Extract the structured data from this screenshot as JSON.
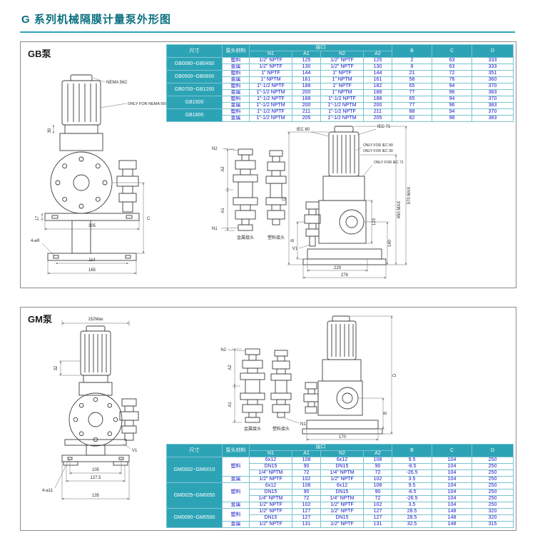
{
  "page": {
    "title": "G 系列机械隔膜计量泵外形图"
  },
  "table_headers": {
    "col_size": "尺寸",
    "col_material": "泵头材料",
    "col_port": "接口",
    "col_n1": "N1",
    "col_a1": "A1",
    "col_n2": "N2",
    "col_a2": "A2",
    "col_b": "B",
    "col_c": "C",
    "col_d": "D"
  },
  "colors": {
    "accent_teal": "#2da4b6",
    "value_blue": "#1414c8",
    "title_teal": "#0a7080"
  },
  "gb": {
    "label": "GB泵",
    "front": {
      "nema": "NEMA 56C",
      "only_nema": "ONLY FOR NEMA 56C",
      "dim_motor": "30",
      "dim_flange": "17",
      "dim_width": "305",
      "dim_holes": "114",
      "dim_base": "165",
      "hole_note": "4-⌀9",
      "dim_c": "C"
    },
    "valves": {
      "n2": "N2",
      "n1": "N1",
      "a2": "A2",
      "a1": "A1",
      "metal": "金属接头",
      "plastic": "塑料接头"
    },
    "side": {
      "iec80": "IEC 80",
      "iec71": "IEC 71",
      "only_iec80": "ONLY FOR IEC 80",
      "only_iec90": "ONLY FOR IEC 90",
      "only_iec71": "ONLY FOR IEC 71",
      "dim_570": "570 MAX",
      "dim_490": "490 MAX",
      "dim_140": "140",
      "dim_123": "123",
      "dim_229": "229",
      "dim_276": "276",
      "v1": "V1",
      "dim_b": "B",
      "dim_d": "D"
    },
    "table": {
      "rows": [
        {
          "model": "GB0080~GB0450",
          "model_rowspan": 2,
          "material": "塑料",
          "n1": "1/2\" NPTF",
          "a1": "125",
          "n2": "1/2\" NPTF",
          "a2": "125",
          "b": "2",
          "c": "63",
          "d": "333"
        },
        {
          "material": "金属",
          "n1": "1/2\" NPTF",
          "a1": "130",
          "n2": "1/2\" NPTF",
          "a2": "130",
          "b": "8",
          "c": "63",
          "d": "333"
        },
        {
          "model": "GB0500~GB0600",
          "model_rowspan": 2,
          "material": "塑料",
          "n1": "1\" NPTF",
          "a1": "144",
          "n2": "1\" NPTF",
          "a2": "144",
          "b": "21",
          "c": "72",
          "d": "351"
        },
        {
          "material": "金属",
          "n1": "1\" NPTM",
          "a1": "161",
          "n2": "1\" NPTM",
          "a2": "161",
          "b": "58",
          "c": "76",
          "d": "360"
        },
        {
          "model": "GB0700~GB1200",
          "model_rowspan": 2,
          "material": "塑料",
          "n1": "1\"-1/2 NPTF",
          "a1": "188",
          "n2": "1\" NPTF",
          "a2": "182",
          "b": "65",
          "c": "94",
          "d": "370"
        },
        {
          "material": "金属",
          "n1": "1\"-1/2 NPTM",
          "a1": "200",
          "n2": "1\" NPTM",
          "a2": "188",
          "b": "77",
          "c": "96",
          "d": "383"
        },
        {
          "model": "GB1500",
          "model_rowspan": 2,
          "material": "塑料",
          "n1": "1\"-1/2 NPTF",
          "a1": "188",
          "n2": "1\"-1/2 NPTF",
          "a2": "188",
          "b": "65",
          "c": "94",
          "d": "370"
        },
        {
          "material": "金属",
          "n1": "1\"-1/2 NPTM",
          "a1": "200",
          "n2": "1\"-1/2 NPTM",
          "a2": "200",
          "b": "77",
          "c": "96",
          "d": "383"
        },
        {
          "model": "GB1800",
          "model_rowspan": 2,
          "material": "塑料",
          "n1": "1\"-1/2 NPTF",
          "a1": "211",
          "n2": "1\"-1/2 NPTF",
          "a2": "211",
          "b": "88",
          "c": "94",
          "d": "370"
        },
        {
          "material": "金属",
          "n1": "1\"-1/2 NPTM",
          "a1": "205",
          "n2": "1\"-1/2 NPTM",
          "a2": "205",
          "b": "82",
          "c": "98",
          "d": "383"
        }
      ]
    }
  },
  "gm": {
    "label": "GM泵",
    "front": {
      "dim_152": "152Max",
      "dim_32": "32",
      "dim_105": "105",
      "dim_1275": "127.5",
      "hole_note": "4-⌀11",
      "dim_135": "135",
      "v1": "V1"
    },
    "valves": {
      "n2": "N2",
      "n1": "N1",
      "a2": "A2",
      "a1": "A1",
      "metal": "金属接头",
      "plastic": "塑料接头"
    },
    "side": {
      "dim_b": "B",
      "dim_d": "D",
      "dim_170": "170"
    },
    "table": {
      "rows": [
        {
          "model": "GM0002~GM0010",
          "model_rowspan": 4,
          "material": "塑料",
          "material_rowspan": 3,
          "n1": "6x12",
          "a1": "108",
          "n2": "6x12",
          "a2": "108",
          "b": "9.5",
          "c": "104",
          "d": "250"
        },
        {
          "n1": "DN15",
          "a1": "90",
          "n2": "DN15",
          "a2": "90",
          "b": "-8.5",
          "c": "104",
          "d": "250"
        },
        {
          "n1": "1/4\" NPTM",
          "a1": "72",
          "n2": "1/4\" NPTM",
          "a2": "72",
          "b": "-26.5",
          "c": "104",
          "d": "250"
        },
        {
          "material": "金属",
          "n1": "1/2\" NPTF",
          "a1": "102",
          "n2": "1/2\" NPTF",
          "a2": "102",
          "b": "3.5",
          "c": "104",
          "d": "250"
        },
        {
          "model": "GM0025~GM0050",
          "model_rowspan": 4,
          "material": "塑料",
          "material_rowspan": 3,
          "n1": "6x12",
          "a1": "108",
          "n2": "6x12",
          "a2": "108",
          "b": "9.5",
          "c": "104",
          "d": "250"
        },
        {
          "n1": "DN15",
          "a1": "90",
          "n2": "DN15",
          "a2": "90",
          "b": "-8.5",
          "c": "104",
          "d": "250"
        },
        {
          "n1": "1/4\" NPTM",
          "a1": "72",
          "n2": "1/4\" NPTM",
          "a2": "72",
          "b": "-26.5",
          "c": "104",
          "d": "250"
        },
        {
          "material": "金属",
          "n1": "1/2\" NPTF",
          "a1": "102",
          "n2": "1/2\" NPTF",
          "a2": "102",
          "b": "3.5",
          "c": "104",
          "d": "250"
        },
        {
          "model": "GM0090~GM0500",
          "model_rowspan": 3,
          "material": "塑料",
          "material_rowspan": 2,
          "n1": "1/2\" NPTF",
          "a1": "127",
          "n2": "1/2\" NPTF",
          "a2": "127",
          "b": "28.5",
          "c": "148",
          "d": "320"
        },
        {
          "n1": "DN15",
          "a1": "127",
          "n2": "DN15",
          "a2": "127",
          "b": "28.5",
          "c": "148",
          "d": "320"
        },
        {
          "material": "金属",
          "n1": "1/2\" NPTF",
          "a1": "131",
          "n2": "1/2\" NPTF",
          "a2": "131",
          "b": "32.5",
          "c": "148",
          "d": "315"
        }
      ]
    }
  }
}
